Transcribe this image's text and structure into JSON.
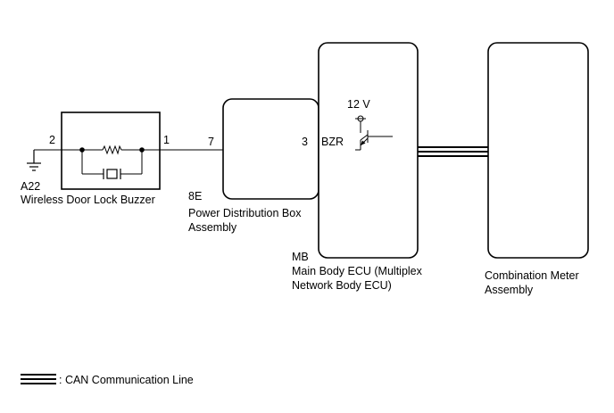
{
  "buzzer": {
    "code": "A22",
    "name": "Wireless Door Lock Buzzer",
    "pin_left": "2",
    "pin_right": "1"
  },
  "pdb": {
    "code": "8E",
    "name_line1": "Power Distribution Box",
    "name_line2": "Assembly",
    "pin_left": "7",
    "pin_right": "3"
  },
  "ecu": {
    "code": "MB",
    "name_line1": "Main Body ECU (Multiplex",
    "name_line2": "Network Body ECU)",
    "terminal": "BZR",
    "supply": "12 V"
  },
  "meter": {
    "name_line1": "Combination Meter",
    "name_line2": "Assembly"
  },
  "legend": {
    "can_label": ": CAN Communication Line"
  },
  "icons": {
    "ground": "ground-symbol-icon",
    "resistor": "resistor-icon",
    "crystal": "piezo-element-icon",
    "transistor": "transistor-icon"
  }
}
